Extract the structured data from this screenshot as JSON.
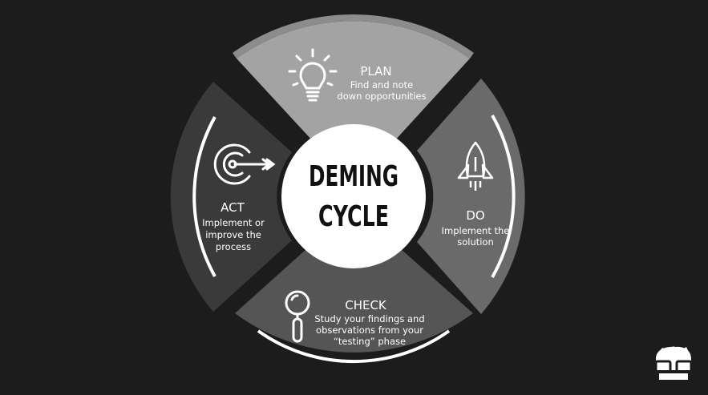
{
  "title": {
    "line1": "DEMING",
    "line2": "CYCLE"
  },
  "segments": {
    "plan": {
      "heading": "PLAN",
      "desc": [
        "Find and note",
        "down opportunities"
      ],
      "icon": "lightbulb-icon",
      "color": "#a3a3a3"
    },
    "do": {
      "heading": "DO",
      "desc": [
        "Implement the",
        "solution"
      ],
      "icon": "rocket-icon",
      "color": "#6a6a6a"
    },
    "check": {
      "heading": "CHECK",
      "desc": [
        "Study your findings and",
        "observations from your",
        "“testing” phase"
      ],
      "icon": "magnifier-icon",
      "color": "#555555"
    },
    "act": {
      "heading": "ACT",
      "desc": [
        "Implement or",
        "improve the",
        "process"
      ],
      "icon": "target-arrow-icon",
      "color": "#3a3a3a"
    }
  },
  "colors": {
    "background": "#1c1c1c",
    "ring": "#ffffff",
    "center": "#ffffff",
    "outer_band_plan": "#8c8c8c"
  },
  "logo": "nerd-face-logo"
}
